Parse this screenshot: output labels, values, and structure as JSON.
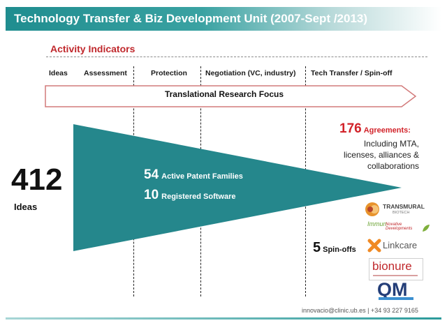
{
  "header": {
    "title": "Technology Transfer & Biz Development Unit (2007-Sept /2013)"
  },
  "section": {
    "heading": "Activity Indicators"
  },
  "stages": [
    "Ideas",
    "Assessment",
    "Protection",
    "Negotiation (VC, industry)",
    "Tech Transfer / Spin-off"
  ],
  "banner": "Translational Research Focus",
  "ideas": {
    "value": "412",
    "label": "Ideas"
  },
  "funnel": {
    "patents_value": "54",
    "patents_label": "Active Patent Families",
    "software_value": "10",
    "software_label": "Registered Software"
  },
  "agreements": {
    "value": "176",
    "label": "Agreements:",
    "detail": [
      "Including MTA,",
      "licenses, alliances &",
      "collaborations"
    ]
  },
  "spinoffs": {
    "value": "5",
    "label": "Spin-offs",
    "logos": [
      "TRANSMURAL",
      "BIOTECH",
      "Immun",
      "Novative Developments",
      "Linkcare",
      "bionure",
      "QM"
    ]
  },
  "footer": {
    "contact": "innovacio@clinic.ub.es  |  +34 93 227 9165"
  },
  "colors": {
    "teal": "#1f8d8f",
    "funnel": "#25878c",
    "accent_red": "#d2232a"
  }
}
